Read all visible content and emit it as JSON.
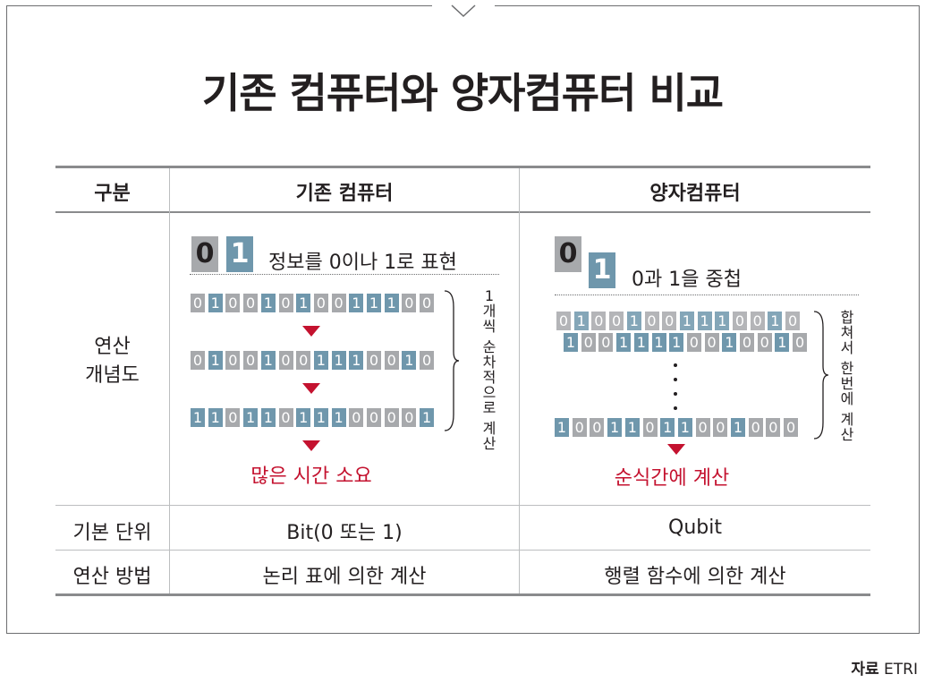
{
  "title": "기존 컴퓨터와 양자컴퓨터 비교",
  "table": {
    "headers": [
      "구분",
      "기존 컴퓨터",
      "양자컴퓨터"
    ],
    "row_concept_label": "연산\n개념도",
    "row_unit": {
      "label": "기본 단위",
      "classic": "Bit(0 또는 1)",
      "quantum": "Qubit"
    },
    "row_method": {
      "label": "연산 방법",
      "classic": "논리 표에 의한 계산",
      "quantum": "행렬 함수에 의한 계산"
    }
  },
  "classic": {
    "big_bits": [
      "0",
      "1"
    ],
    "info_text": "정보를 0이나 1로 표현",
    "rows": [
      "01001010011100",
      "01001001110010",
      "11011011100001"
    ],
    "side_text": "1개씩 순차적으로 계산",
    "result": "많은 시간 소요"
  },
  "quantum": {
    "big_bits": [
      "0",
      "1"
    ],
    "info_text": "0과 1을 중첩",
    "rows_top": [
      "01001001110010",
      "10011110010010"
    ],
    "row_bottom": "10011011001000",
    "side_text": "합쳐서 한번에 계산",
    "result": "순식간에 계산"
  },
  "source": {
    "label": "자료",
    "value": "ETRI"
  },
  "colors": {
    "accent_red": "#c4122f",
    "bit_blue": "#6f97ac",
    "bit_gray": "#a7a9ac"
  },
  "icons": {
    "notch": "chevron-down-icon",
    "arrow": "triangle-down-icon"
  }
}
